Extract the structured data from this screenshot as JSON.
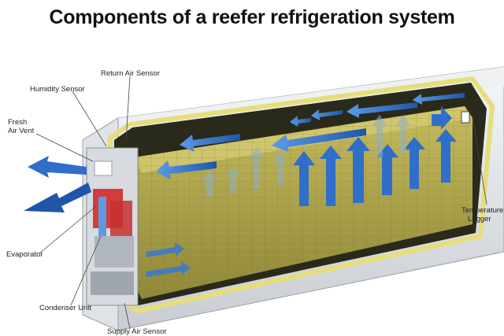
{
  "title": "Components of a reefer refrigeration system",
  "labels": {
    "return_air_sensor": "Return Air Sensor",
    "humidity_sensor": "Humidity Sensor",
    "fresh_air_vent_line1": "Fresh",
    "fresh_air_vent_line2": "Air Vent",
    "temperature_logger_line1": "Temperature",
    "temperature_logger_line2": "Logger",
    "evaporator": "Evaporator",
    "condenser_unit": "Condenser Unit",
    "supply_air_sensor": "Supply Air Sensor"
  },
  "colors": {
    "cargo": "#b5a84a",
    "container_shell": "#e9ecef",
    "liner": "#f3efb0",
    "airflow_arrow": "#2f6fc9"
  }
}
